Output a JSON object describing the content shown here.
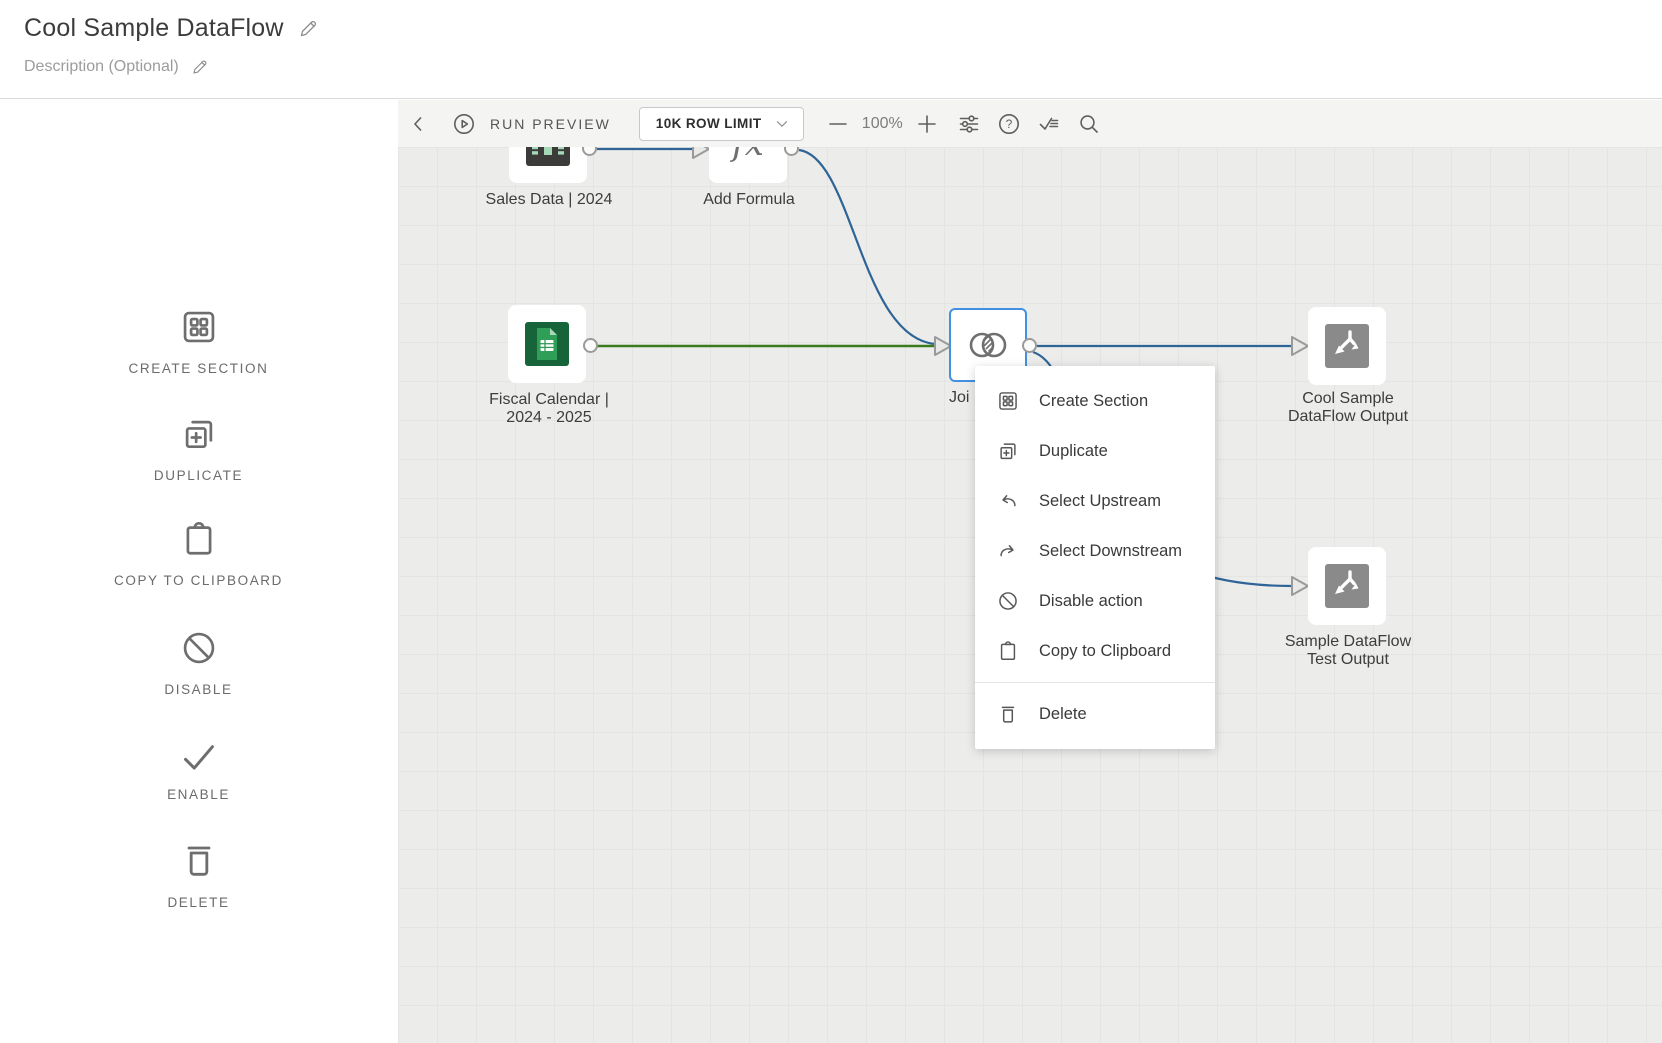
{
  "header": {
    "title": "Cool Sample DataFlow",
    "description_placeholder": "Description (Optional)"
  },
  "sidebar": {
    "items": [
      {
        "id": "create-section",
        "icon": "grid-section-icon",
        "label": "CREATE SECTION"
      },
      {
        "id": "duplicate",
        "icon": "duplicate-plus-icon",
        "label": "DUPLICATE"
      },
      {
        "id": "copy-to-clipboard",
        "icon": "clipboard-icon",
        "label": "COPY TO CLIPBOARD"
      },
      {
        "id": "disable",
        "icon": "slash-circle-icon",
        "label": "DISABLE"
      },
      {
        "id": "enable",
        "icon": "checkmark-icon",
        "label": "ENABLE"
      },
      {
        "id": "delete",
        "icon": "trash-icon",
        "label": "DELETE"
      }
    ]
  },
  "toolbar": {
    "run_preview_label": "RUN PREVIEW",
    "row_limit_value": "10K ROW LIMIT",
    "zoom_level": "100%"
  },
  "canvas": {
    "nodes": {
      "sales": {
        "label": "Sales Data | 2024",
        "icon": "dataset-upload-icon"
      },
      "formula": {
        "label": "Add Formula",
        "icon_text": "fx"
      },
      "fiscal": {
        "label_line1": "Fiscal Calendar |",
        "label_line2": "2024 - 2025",
        "icon": "green-sheet-icon"
      },
      "join": {
        "label": "Joi",
        "selected": true,
        "icon": "join-venn-icon"
      },
      "output_main": {
        "label_line1": "Cool Sample",
        "label_line2": "DataFlow Output",
        "icon": "output-branch-icon"
      },
      "output_test": {
        "label_line1": "Sample DataFlow",
        "label_line2": "Test Output",
        "icon": "output-branch-icon"
      }
    },
    "colors": {
      "edge_blue": "#2e6496",
      "edge_green": "#3c7a1e",
      "selection_blue": "#4190e2"
    }
  },
  "context_menu": {
    "items": [
      {
        "id": "create-section",
        "icon": "grid-section-icon",
        "label": "Create Section"
      },
      {
        "id": "duplicate",
        "icon": "duplicate-plus-icon",
        "label": "Duplicate"
      },
      {
        "id": "select-upstream",
        "icon": "arrow-undo-icon",
        "label": "Select Upstream"
      },
      {
        "id": "select-downstream",
        "icon": "arrow-redo-icon",
        "label": "Select Downstream"
      },
      {
        "id": "disable-action",
        "icon": "slash-circle-icon",
        "label": "Disable action"
      },
      {
        "id": "copy-to-clipboard",
        "icon": "clipboard-icon",
        "label": "Copy to Clipboard"
      }
    ],
    "delete_item": {
      "id": "delete",
      "icon": "trash-icon",
      "label": "Delete"
    }
  }
}
